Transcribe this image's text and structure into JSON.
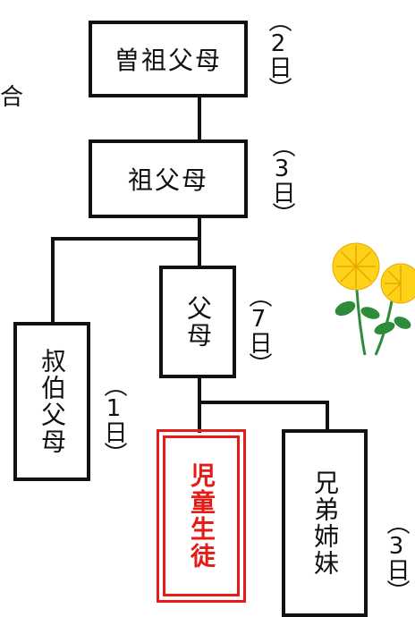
{
  "side_text": "合",
  "nodes": {
    "great_grandparents": {
      "label": "曽祖父母",
      "days": "（2日）"
    },
    "grandparents": {
      "label": "祖父母",
      "days": "（3日）"
    },
    "uncles_aunts": {
      "label": "叔伯父母",
      "days": "（1日）"
    },
    "parents": {
      "label": "父母",
      "days": "（7日）"
    },
    "student": {
      "label": "児童生徒"
    },
    "siblings": {
      "label": "兄弟姉妹",
      "days": "（3日）"
    }
  },
  "colors": {
    "line": "#111111",
    "student": "#e41b17",
    "flower_petal": "#ffd21a",
    "leaf": "#2e8b3a"
  },
  "icon": "chrysanthemum-icon"
}
